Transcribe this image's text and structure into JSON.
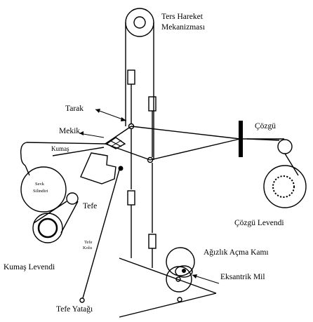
{
  "labels": {
    "ters_hareket_line1": "Ters Hareket",
    "ters_hareket_line2": "Mekanizması",
    "tarak": "Tarak",
    "mekik": "Mekik",
    "kumas": "Kumaş",
    "cozgu": "Çözgü",
    "sevk_line1": "Sevk",
    "sevk_line2": "Silindiri",
    "tefe": "Tefe",
    "tefe_kolu_line1": "Tefe",
    "tefe_kolu_line2": "Kolu",
    "cozgu_levendi": "Çözgü Levendi",
    "agizlik": "Ağızlık Açma Kamı",
    "eksantrik": "Eksantrik Mil",
    "kumas_levendi": "Kumaş Levendi",
    "tefe_yatagi": "Tefe Yatağı"
  }
}
